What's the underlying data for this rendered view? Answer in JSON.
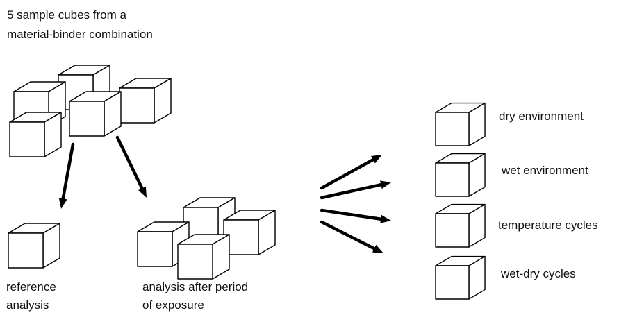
{
  "source": {
    "title_line1": "5 sample cubes from a",
    "title_line2": "material-binder combination"
  },
  "outcomes": {
    "reference_line1": "reference",
    "reference_line2": "analysis",
    "exposure_line1": "analysis after period",
    "exposure_line2": "of exposure"
  },
  "conditions": [
    {
      "label": "dry environment"
    },
    {
      "label": "wet environment"
    },
    {
      "label": "temperature cycles"
    },
    {
      "label": "wet-dry cycles"
    }
  ]
}
